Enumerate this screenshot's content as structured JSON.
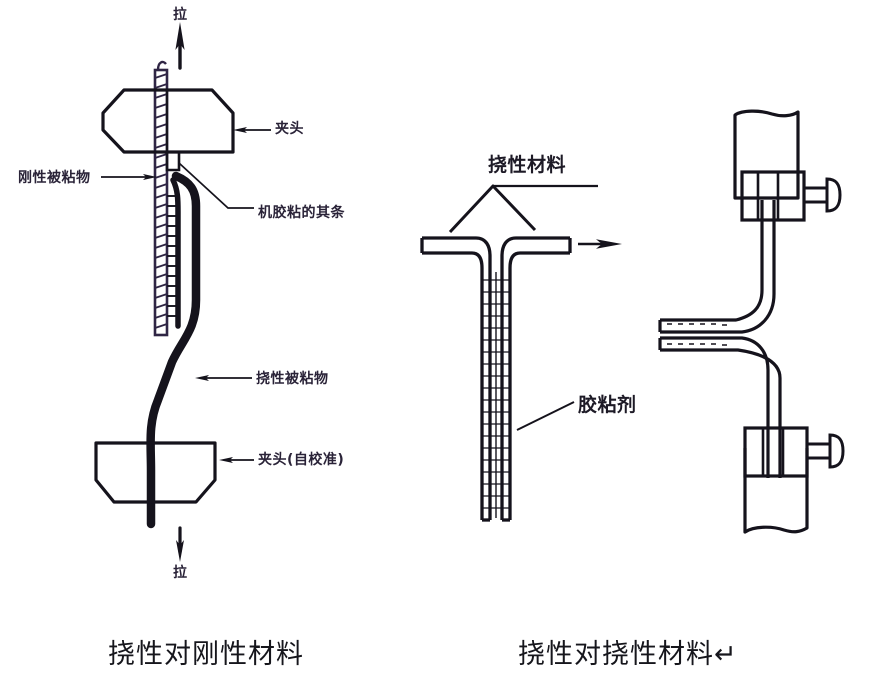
{
  "figure": {
    "title_left": "挠性对刚性材料",
    "title_right": "挠性对挠性材料↵"
  },
  "left_diagram": {
    "name": "flexible-to-rigid-peel-test",
    "labels": {
      "pull_top": "拉",
      "pull_bottom": "拉",
      "rigid_adherend": "刚性被粘物",
      "clamp_head": "夹头",
      "bond_line": "机胶粘的其条",
      "flexible_adherend": "挠性被粘物",
      "clamp_head_self_align": "夹头(自校准)"
    }
  },
  "middle_diagram": {
    "name": "t-peel-test",
    "labels": {
      "flexible_material": "挠性材料",
      "adhesive": "胶粘剂"
    }
  },
  "right_diagram": {
    "name": "climbing-drum-fixture",
    "labels": {}
  },
  "colors": {
    "ink": "#15131c",
    "ink_label": "#2a2338",
    "background": "#ffffff",
    "caption": "#16161c"
  }
}
